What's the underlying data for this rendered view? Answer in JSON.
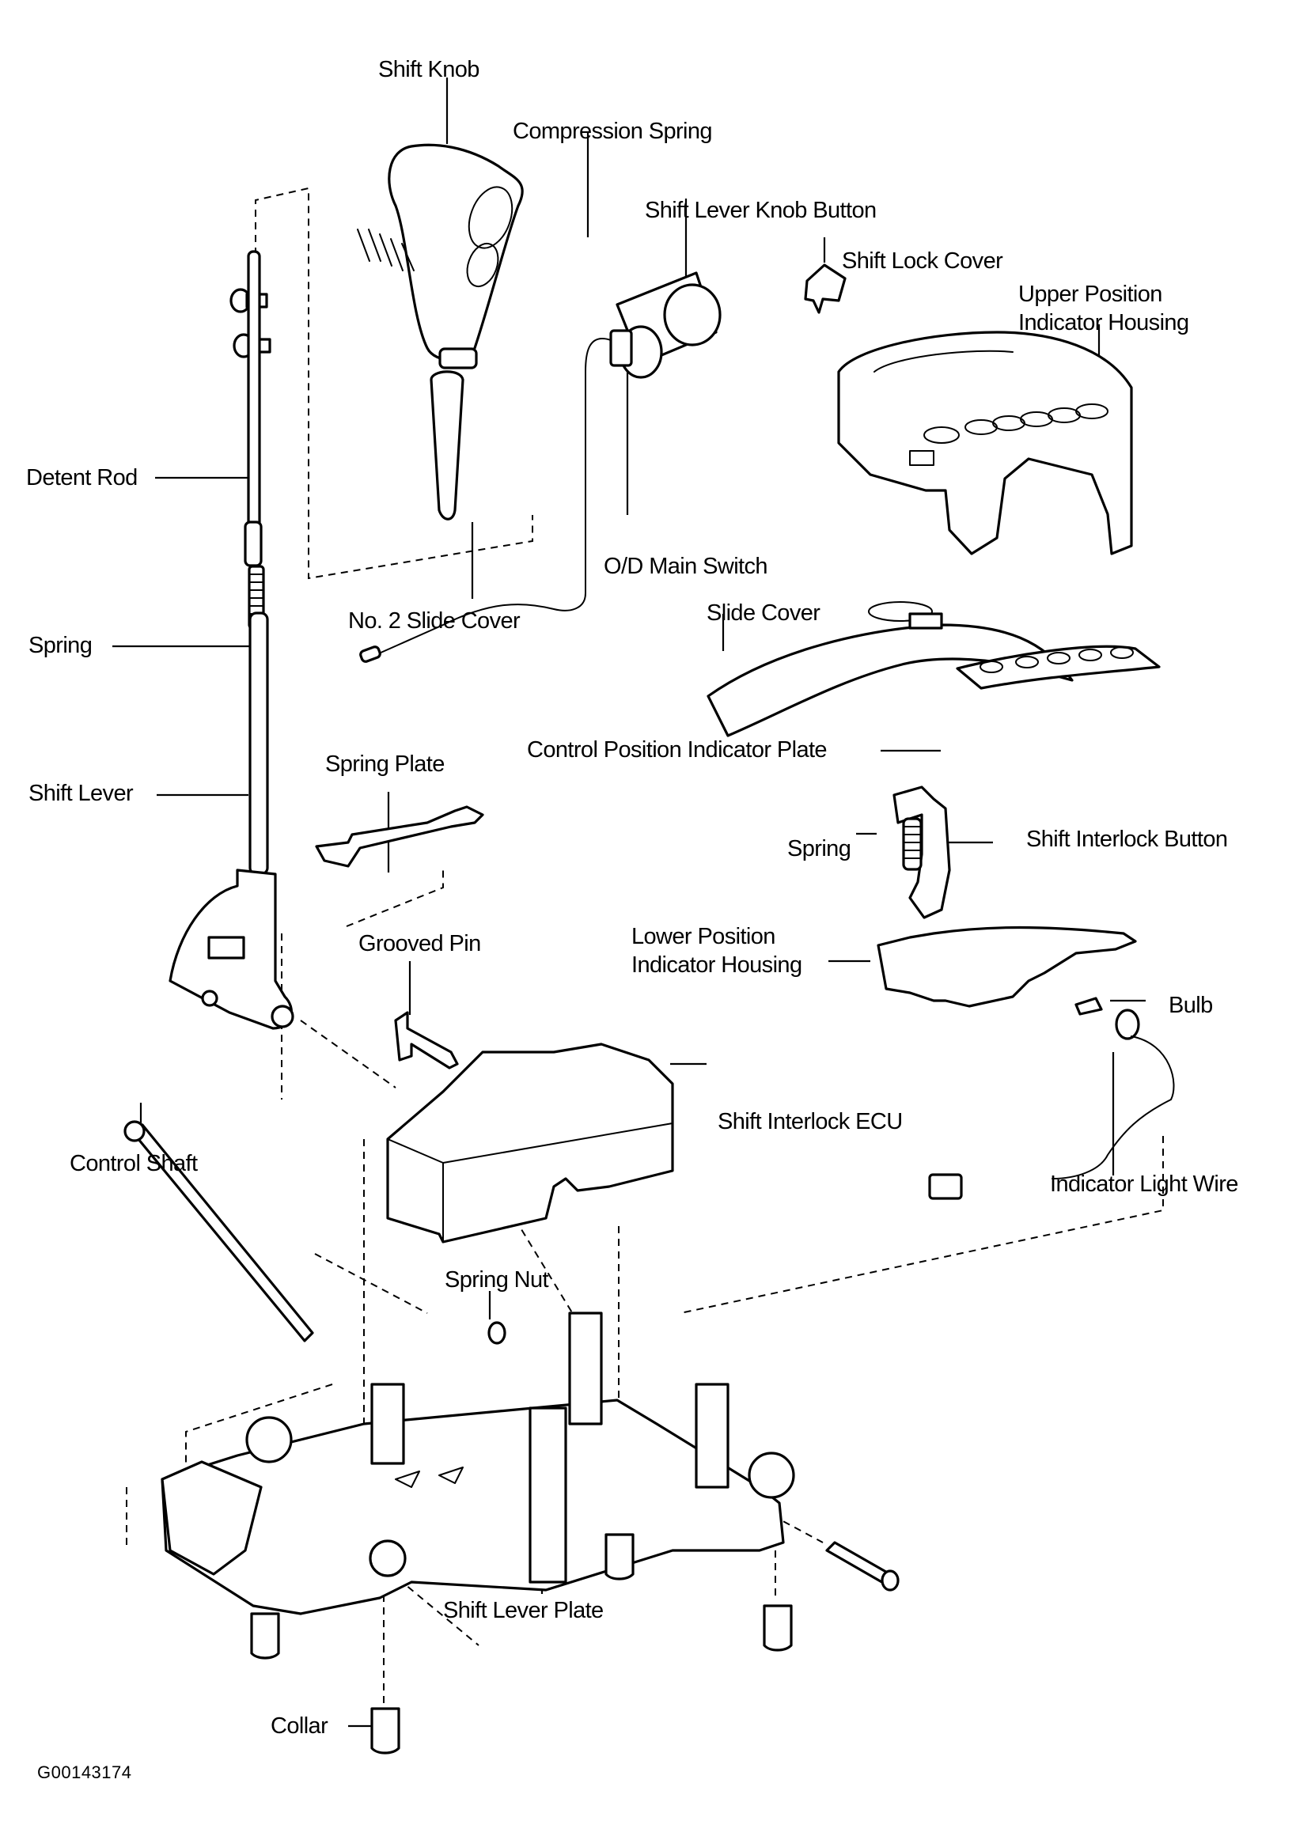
{
  "diagram": {
    "title": "Automatic Transmission Shift Lever Assembly - Exploded View",
    "figure_id": "G00143174",
    "labels": {
      "shift_knob": "Shift Knob",
      "compression_spring": "Compression Spring",
      "shift_lever_knob_button": "Shift Lever Knob Button",
      "shift_lock_cover": "Shift Lock Cover",
      "upper_position_indicator_housing_l1": "Upper Position",
      "upper_position_indicator_housing_l2": "Indicator Housing",
      "detent_rod": "Detent Rod",
      "od_main_switch": "O/D Main Switch",
      "no2_slide_cover": "No. 2 Slide Cover",
      "spring_upper": "Spring",
      "slide_cover": "Slide Cover",
      "control_position_indicator_plate": "Control Position Indicator Plate",
      "shift_lever": "Shift Lever",
      "spring_plate": "Spring Plate",
      "spring_interlock": "Spring",
      "shift_interlock_button": "Shift Interlock Button",
      "lower_position_indicator_housing_l1": "Lower Position",
      "lower_position_indicator_housing_l2": "Indicator Housing",
      "grooved_pin": "Grooved Pin",
      "bulb": "Bulb",
      "shift_interlock_ecu": "Shift Interlock ECU",
      "control_shaft": "Control Shaft",
      "indicator_light_wire": "Indicator Light Wire",
      "spring_nut": "Spring Nut",
      "shift_lever_plate": "Shift Lever Plate",
      "collar": "Collar"
    }
  }
}
